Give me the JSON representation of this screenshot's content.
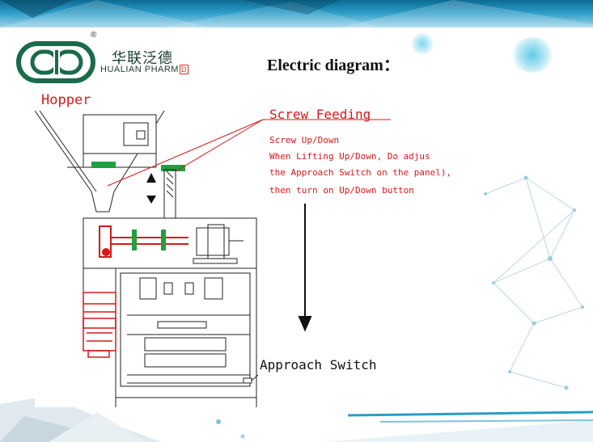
{
  "brand": {
    "name_cn": "华联泛德",
    "name_en": "HUALIAN PHARM",
    "name_en_mark": "D",
    "registered": "®"
  },
  "slide": {
    "title": "Electric diagram："
  },
  "diagram": {
    "hopper_label": "Hopper",
    "screw_feeding_label": "Screw Feeding",
    "instructions": [
      "Screw Up/Down",
      "When Lifting Up/Down, Do adjus",
      "the Approach Switch on the panel),",
      "then turn on Up/Down button"
    ],
    "approach_switch_label": "Approach Switch"
  },
  "colors": {
    "brand_green": "#1a6b4a",
    "accent_blue": "#2a9cc7",
    "drawing_red": "#d81818",
    "drawing_green": "#20a040"
  }
}
